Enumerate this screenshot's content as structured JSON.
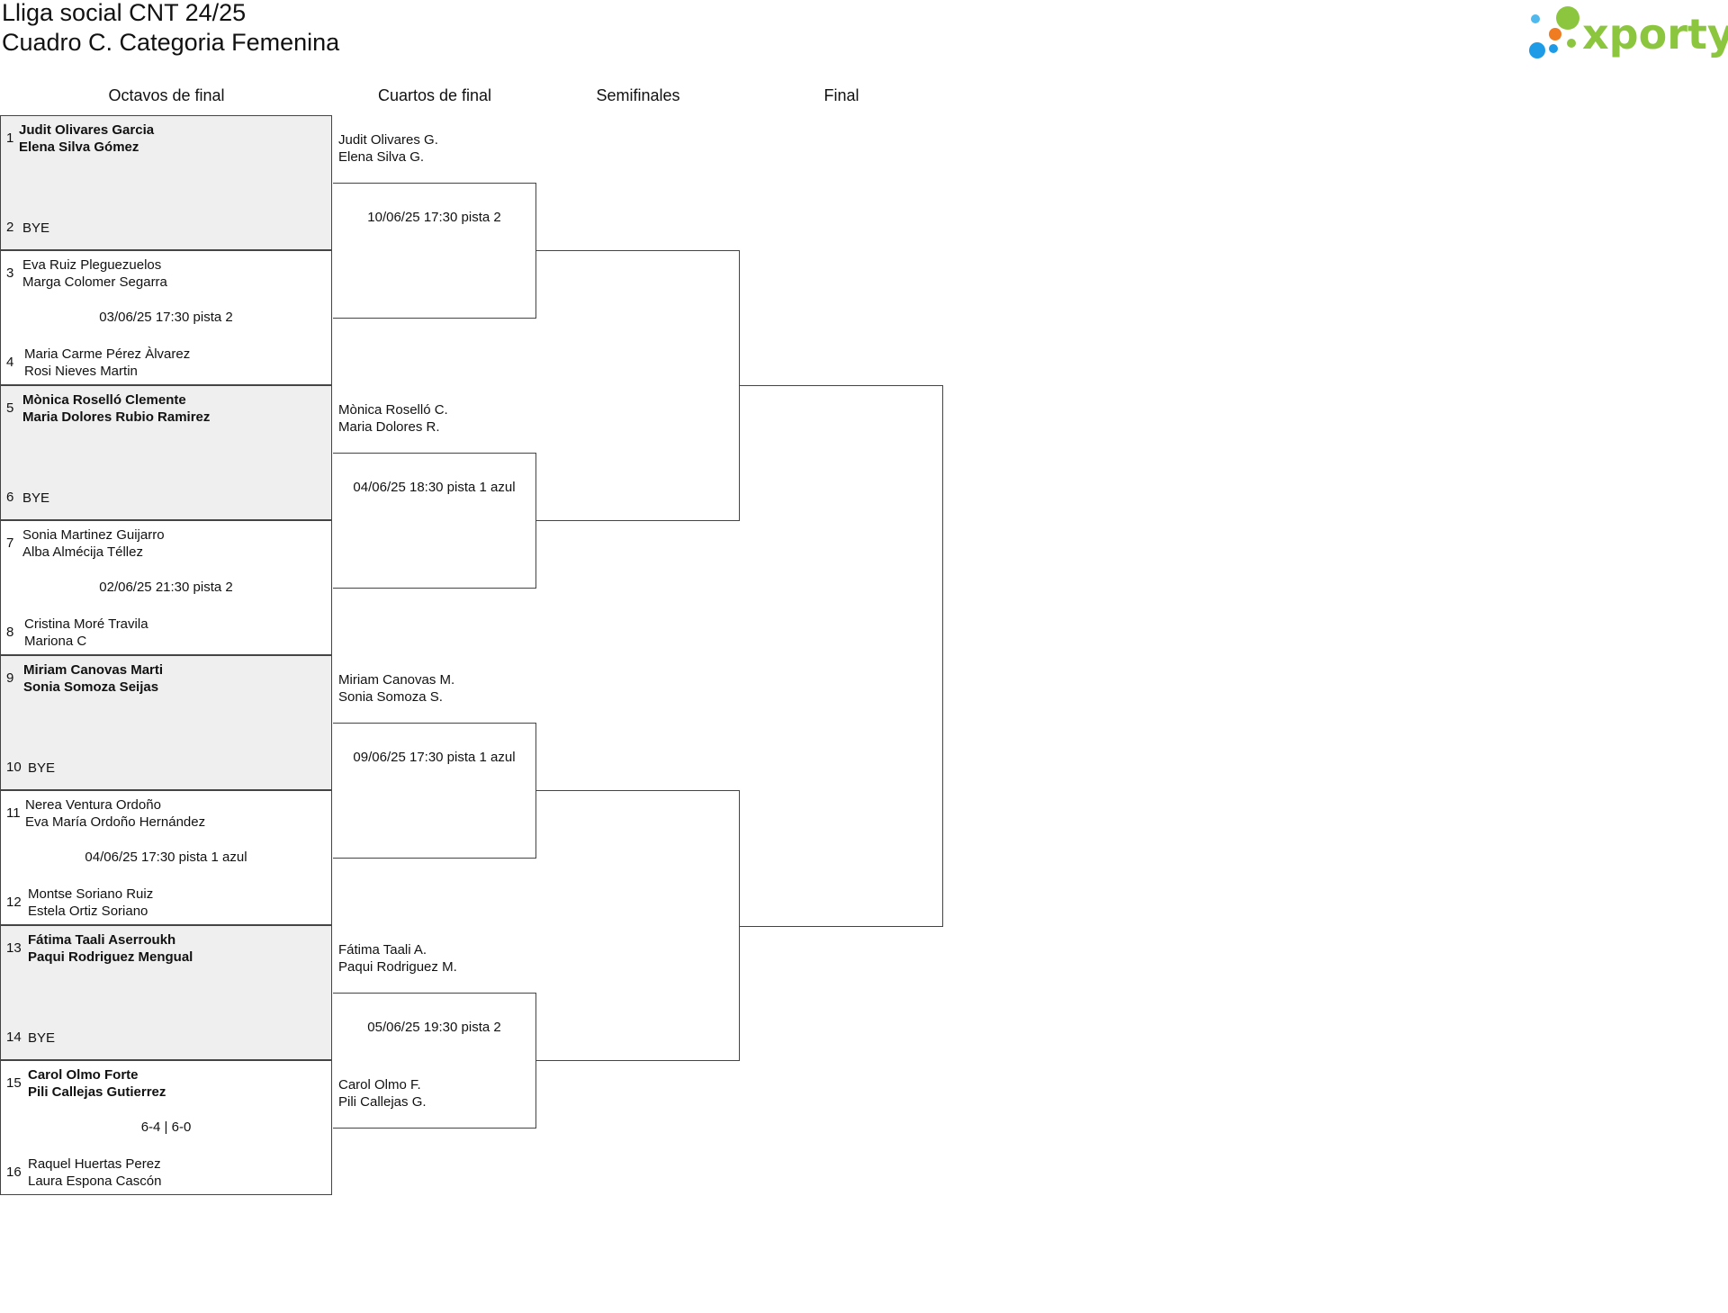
{
  "title": "Lliga social CNT 24/25",
  "subtitle": "Cuadro C. Categoria Femenina",
  "logo": {
    "text": "xporty",
    "colors": {
      "green": "#8cc63f",
      "blue": "#1e9be6",
      "orange": "#f07c22",
      "light_blue": "#4fb8ec"
    }
  },
  "rounds": [
    "Octavos de final",
    "Cuartos de final",
    "Semifinales",
    "Final"
  ],
  "round_of_16": [
    {
      "top": {
        "seed": "1",
        "players": [
          "Judit Olivares Garcia",
          "Elena Silva Gómez"
        ]
      },
      "info": "",
      "bottom": {
        "seed": "2",
        "players": [
          "BYE"
        ]
      }
    },
    {
      "top": {
        "seed": "3",
        "players": [
          "Eva Ruiz Pleguezuelos",
          "Marga Colomer Segarra"
        ]
      },
      "info": "03/06/25 17:30 pista 2",
      "bottom": {
        "seed": "4",
        "players": [
          "Maria Carme Pérez Àlvarez",
          "Rosi Nieves Martin"
        ]
      }
    },
    {
      "top": {
        "seed": "5",
        "players": [
          "Mònica Roselló Clemente",
          "Maria Dolores Rubio Ramirez"
        ]
      },
      "info": "",
      "bottom": {
        "seed": "6",
        "players": [
          "BYE"
        ]
      }
    },
    {
      "top": {
        "seed": "7",
        "players": [
          "Sonia Martinez Guijarro",
          "Alba Almécija Téllez"
        ]
      },
      "info": "02/06/25 21:30 pista 2",
      "bottom": {
        "seed": "8",
        "players": [
          "Cristina Moré Travila",
          "Mariona C"
        ]
      }
    },
    {
      "top": {
        "seed": "9",
        "players": [
          "Miriam Canovas Marti",
          "Sonia Somoza Seijas"
        ]
      },
      "info": "",
      "bottom": {
        "seed": "10",
        "players": [
          "BYE"
        ]
      }
    },
    {
      "top": {
        "seed": "11",
        "players": [
          "Nerea Ventura Ordoño",
          "Eva María Ordoño Hernández"
        ]
      },
      "info": "04/06/25 17:30 pista 1 azul",
      "bottom": {
        "seed": "12",
        "players": [
          "Montse Soriano Ruiz",
          "Estela Ortiz Soriano"
        ]
      }
    },
    {
      "top": {
        "seed": "13",
        "players": [
          "Fátima Taali Aserroukh",
          "Paqui Rodriguez Mengual"
        ]
      },
      "info": "",
      "bottom": {
        "seed": "14",
        "players": [
          "BYE"
        ]
      }
    },
    {
      "top": {
        "seed": "15",
        "players": [
          "Carol Olmo Forte",
          "Pili Callejas Gutierrez"
        ]
      },
      "info": "6-4 | 6-0",
      "bottom": {
        "seed": "16",
        "players": [
          "Raquel Huertas Perez",
          "Laura Espona Cascón"
        ]
      }
    }
  ],
  "quarterfinals": [
    {
      "top": [
        "Judit Olivares G.",
        "Elena Silva G."
      ],
      "info": "10/06/25 17:30 pista 2",
      "bottom": []
    },
    {
      "top": [
        "Mònica Roselló C.",
        "Maria Dolores R."
      ],
      "info": "04/06/25 18:30 pista 1 azul",
      "bottom": []
    },
    {
      "top": [
        "Miriam Canovas M.",
        "Sonia Somoza S."
      ],
      "info": "09/06/25 17:30 pista 1 azul",
      "bottom": []
    },
    {
      "top": [
        "Fátima Taali A.",
        "Paqui Rodriguez M."
      ],
      "info": "05/06/25 19:30 pista 2",
      "bottom": [
        "Carol Olmo F.",
        "Pili Callejas G."
      ]
    }
  ]
}
